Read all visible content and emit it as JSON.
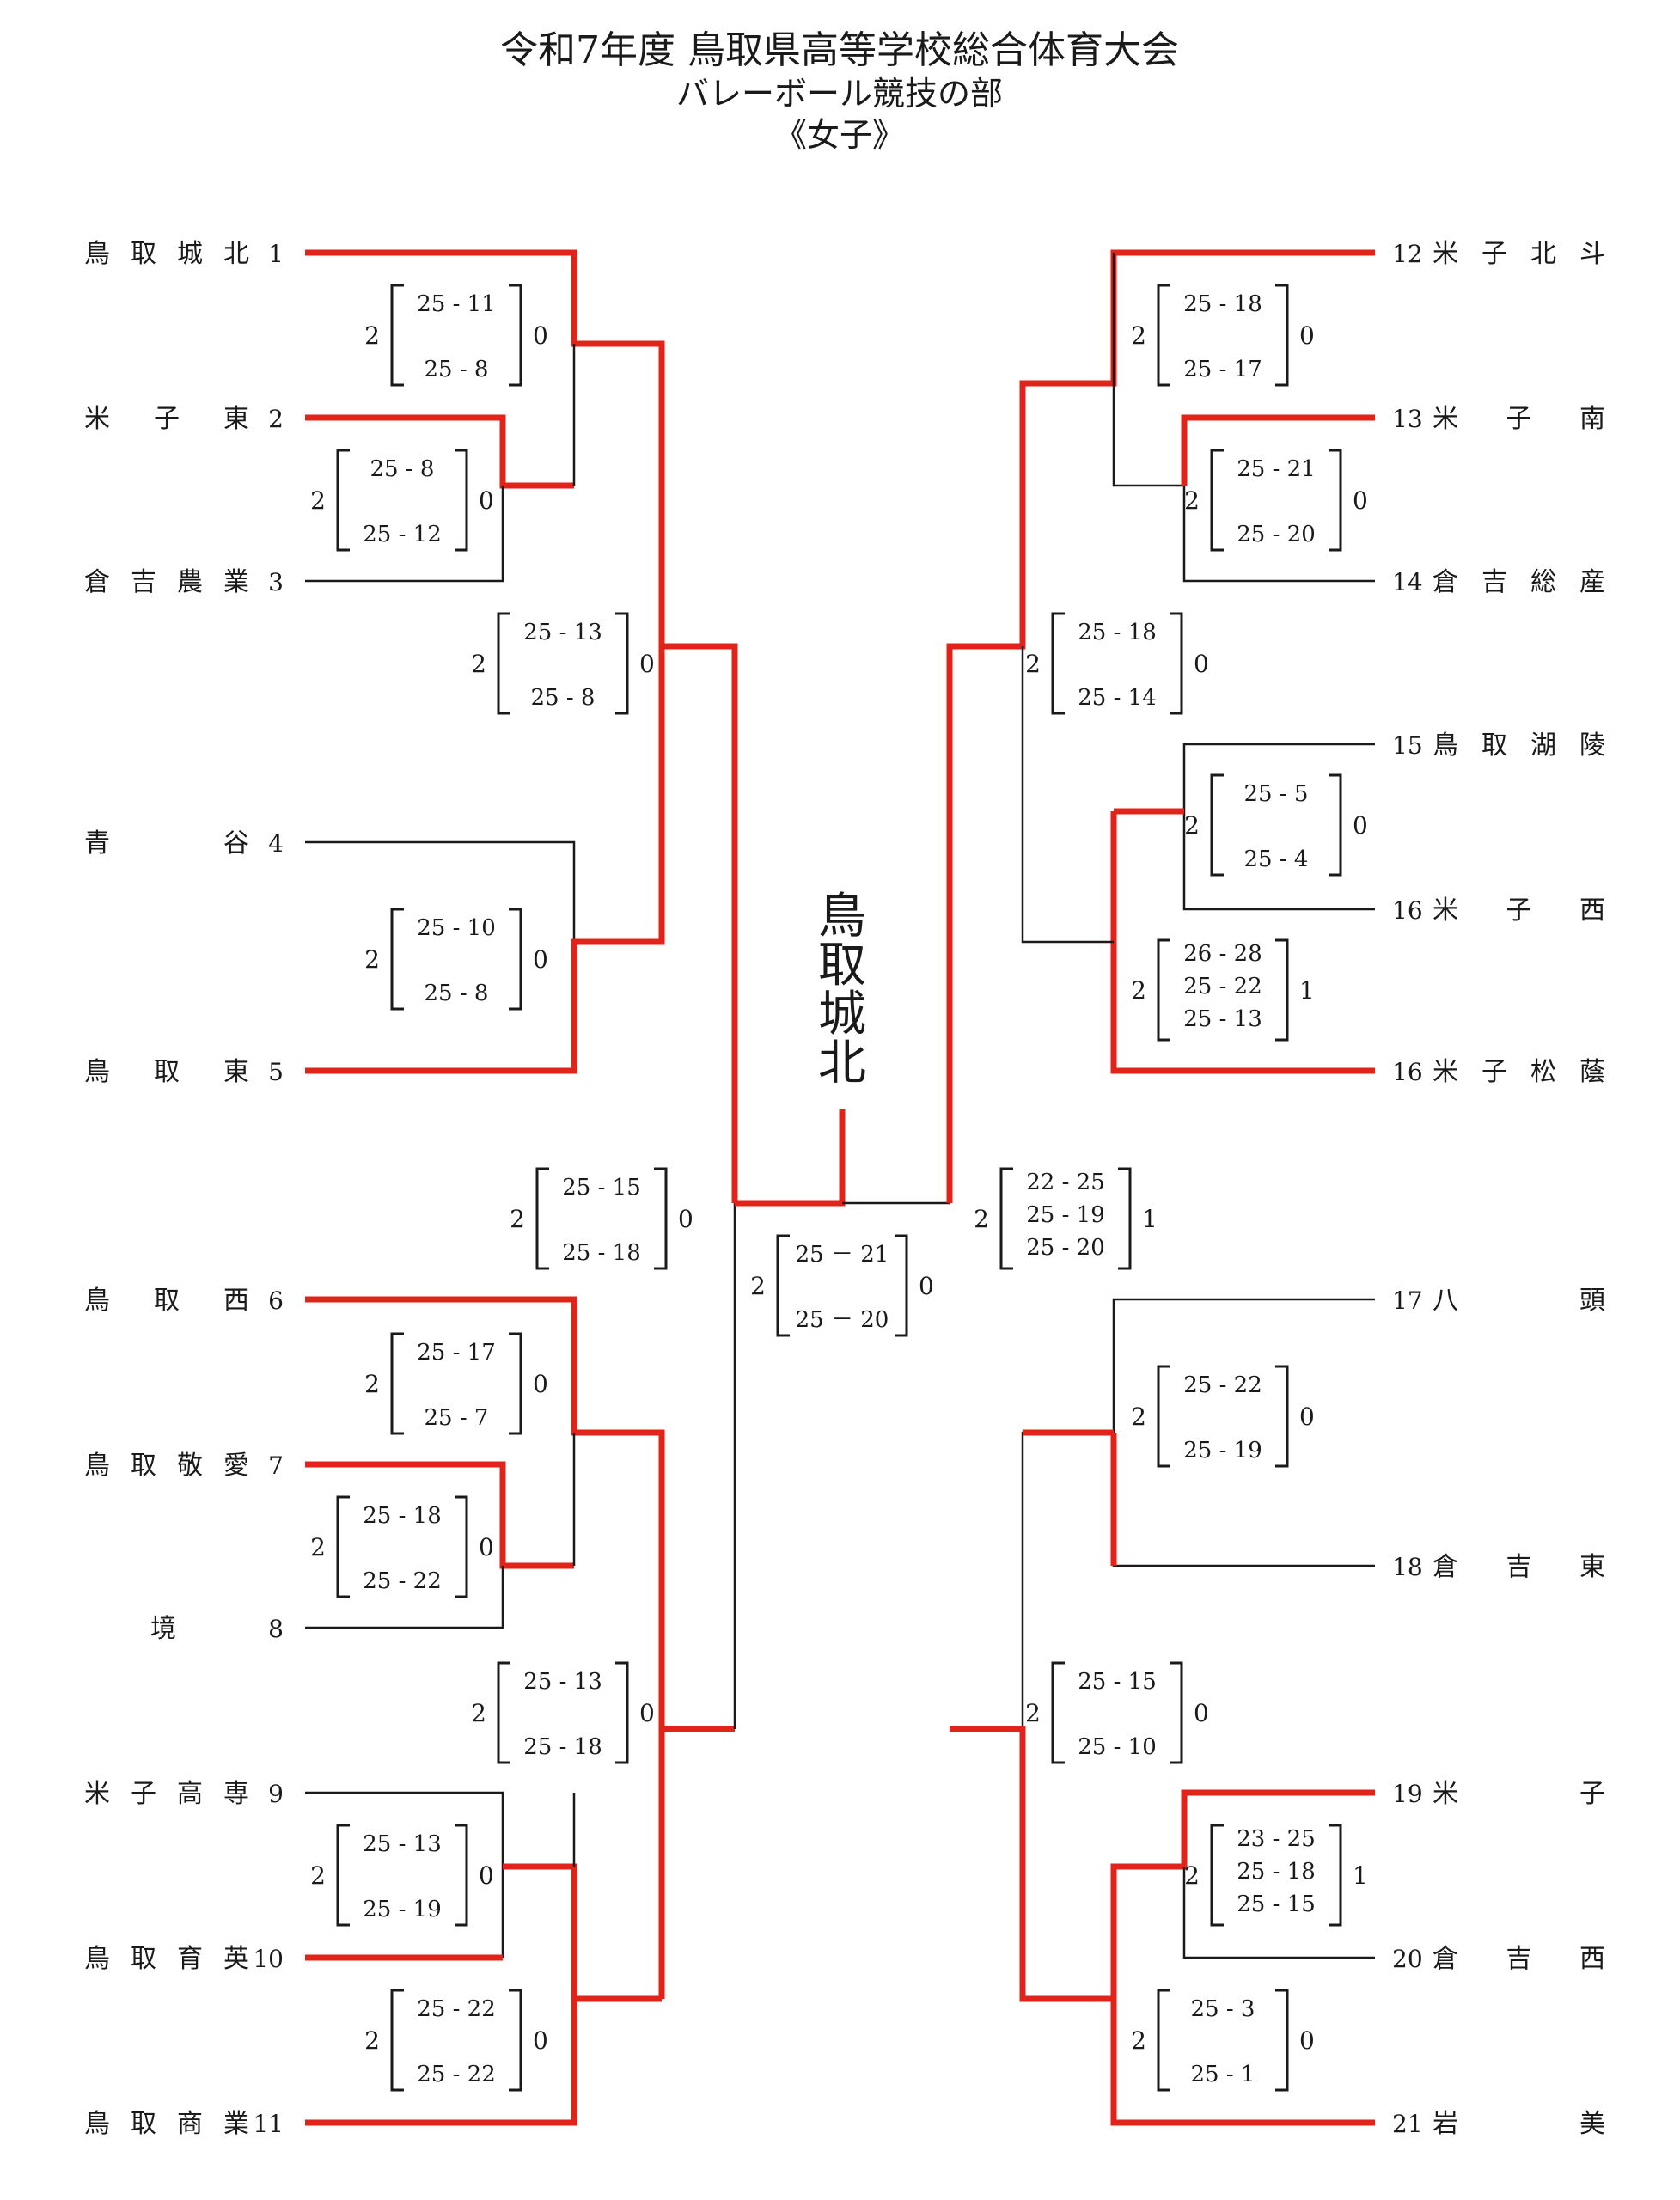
{
  "header": {
    "title": "令和7年度 鳥取県高等学校総合体育大会",
    "subtitle": "バレーボール競技の部",
    "division": "《女子》"
  },
  "champion": "鳥取城北",
  "teams_left": [
    {
      "no": "1",
      "name": "鳥取城北"
    },
    {
      "no": "2",
      "name": "米子東"
    },
    {
      "no": "3",
      "name": "倉吉農業"
    },
    {
      "no": "4",
      "name": "青谷"
    },
    {
      "no": "5",
      "name": "鳥取東"
    },
    {
      "no": "6",
      "name": "鳥取西"
    },
    {
      "no": "7",
      "name": "鳥取敬愛"
    },
    {
      "no": "8",
      "name": "境"
    },
    {
      "no": "9",
      "name": "米子高専"
    },
    {
      "no": "10",
      "name": "鳥取育英"
    },
    {
      "no": "11",
      "name": "鳥取商業"
    }
  ],
  "teams_right": [
    {
      "no": "12",
      "name": "米子北斗"
    },
    {
      "no": "13",
      "name": "米子南"
    },
    {
      "no": "14",
      "name": "倉吉総産"
    },
    {
      "no": "15",
      "name": "鳥取湖陵"
    },
    {
      "no": "16",
      "name": "米子西"
    },
    {
      "no": "16",
      "name": "米子松蔭"
    },
    {
      "no": "17",
      "name": "八頭"
    },
    {
      "no": "18",
      "name": "倉吉東"
    },
    {
      "no": "19",
      "name": "米子"
    },
    {
      "no": "20",
      "name": "倉吉西"
    },
    {
      "no": "21",
      "name": "岩美"
    }
  ],
  "matches": [
    {
      "id": "L1",
      "left": "2",
      "right": "0",
      "sets": [
        "25 - 11",
        "25 - 8"
      ]
    },
    {
      "id": "L2",
      "left": "2",
      "right": "0",
      "sets": [
        "25 - 8",
        "25 - 12"
      ]
    },
    {
      "id": "L3",
      "left": "2",
      "right": "0",
      "sets": [
        "25 - 13",
        "25 - 8"
      ]
    },
    {
      "id": "L4",
      "left": "2",
      "right": "0",
      "sets": [
        "25 - 10",
        "25 - 8"
      ]
    },
    {
      "id": "L5",
      "left": "2",
      "right": "0",
      "sets": [
        "25 - 15",
        "25 - 18"
      ]
    },
    {
      "id": "L6",
      "left": "2",
      "right": "0",
      "sets": [
        "25 - 17",
        "25 - 7"
      ]
    },
    {
      "id": "L7",
      "left": "2",
      "right": "0",
      "sets": [
        "25 - 18",
        "25 - 22"
      ]
    },
    {
      "id": "L8",
      "left": "2",
      "right": "0",
      "sets": [
        "25 - 13",
        "25 - 18"
      ]
    },
    {
      "id": "L9",
      "left": "2",
      "right": "0",
      "sets": [
        "25 - 13",
        "25 - 19"
      ]
    },
    {
      "id": "L10",
      "left": "2",
      "right": "0",
      "sets": [
        "25 - 22",
        "25 - 22"
      ]
    },
    {
      "id": "F",
      "left": "2",
      "right": "0",
      "sets": [
        "25 － 21",
        "25 － 20"
      ]
    },
    {
      "id": "R1",
      "left": "2",
      "right": "0",
      "sets": [
        "25 - 18",
        "25 - 17"
      ]
    },
    {
      "id": "R2",
      "left": "2",
      "right": "0",
      "sets": [
        "25 - 21",
        "25 - 20"
      ]
    },
    {
      "id": "R3",
      "left": "2",
      "right": "0",
      "sets": [
        "25 - 18",
        "25 - 14"
      ]
    },
    {
      "id": "R4",
      "left": "2",
      "right": "0",
      "sets": [
        "25 - 5",
        "25 - 4"
      ]
    },
    {
      "id": "R5",
      "left": "2",
      "right": "1",
      "sets": [
        "26 - 28",
        "25 - 22",
        "25 - 13"
      ]
    },
    {
      "id": "R6",
      "left": "2",
      "right": "1",
      "sets": [
        "22 - 25",
        "25 - 19",
        "25 - 20"
      ]
    },
    {
      "id": "R7",
      "left": "2",
      "right": "0",
      "sets": [
        "25 - 22",
        "25 - 19"
      ]
    },
    {
      "id": "R8",
      "left": "2",
      "right": "0",
      "sets": [
        "25 - 15",
        "25 - 10"
      ]
    },
    {
      "id": "R9",
      "left": "2",
      "right": "1",
      "sets": [
        "23 - 25",
        "25 - 18",
        "25 - 15"
      ]
    },
    {
      "id": "R10",
      "left": "2",
      "right": "0",
      "sets": [
        "25 - 3",
        "25 - 1"
      ]
    }
  ],
  "colors": {
    "winner_line": "#e2231a",
    "line": "#1a1a1a",
    "text": "#1a1a1a"
  }
}
